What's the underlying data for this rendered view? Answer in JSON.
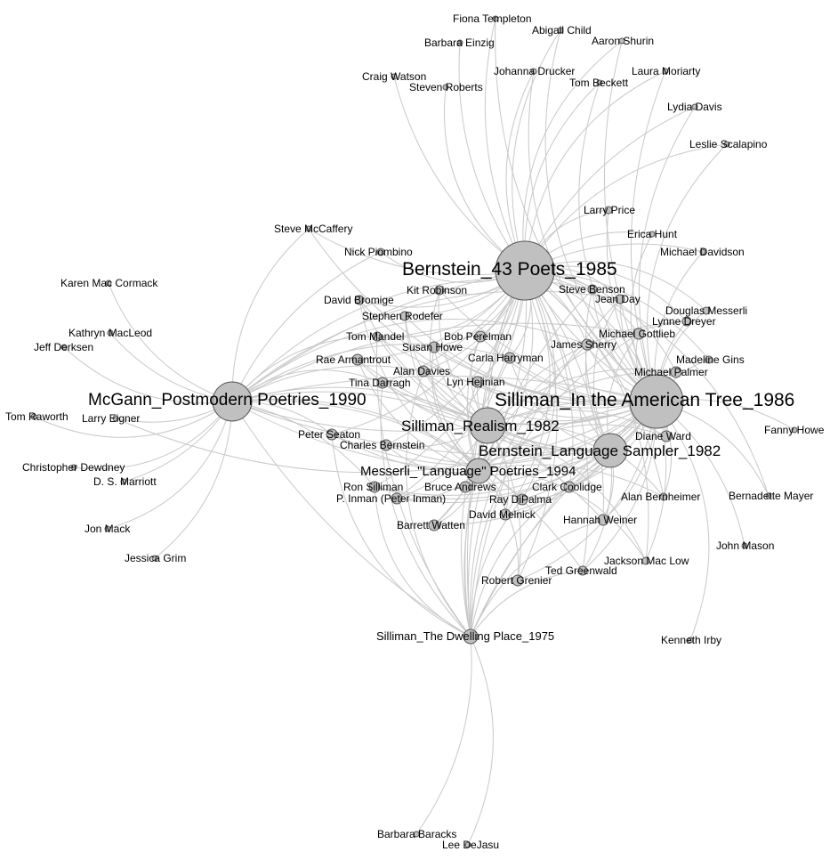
{
  "colors": {
    "node_fill": "#c0c0c0",
    "node_stroke": "#555555",
    "edge": "#c8c8c8",
    "label": "#000000",
    "background": "#ffffff"
  },
  "hubs": {
    "bernstein43": "Bernstein_43 Poets_1985",
    "silliman_tree": "Silliman_In the American Tree_1986",
    "mcgann": "McGann_Postmodern Poetries_1990",
    "silliman_realism": "Silliman_Realism_1982",
    "bernstein_sampler": "Bernstein_Language Sampler_1982",
    "messerli": "Messerli_\"Language\" Poetries_1994",
    "dwelling": "Silliman_The Dwelling Place_1975"
  },
  "poets": {
    "fiona_templeton": "Fiona Templeton",
    "abigail_child": "Abigail Child",
    "aaron_shurin": "Aaron Shurin",
    "barbara_einzig": "Barbara Einzig",
    "johanna_drucker": "Johanna Drucker",
    "laura_moriarty": "Laura Moriarty",
    "craig_watson": "Craig Watson",
    "tom_beckett": "Tom Beckett",
    "steven_roberts": "Steven Roberts",
    "lydia_davis": "Lydia Davis",
    "leslie_scalapino": "Leslie Scalapino",
    "larry_price": "Larry Price",
    "steve_mccaffery": "Steve McCaffery",
    "erica_hunt": "Erica Hunt",
    "nick_piombino": "Nick Piombino",
    "michael_davidson": "Michael Davidson",
    "karen_mac_cormack": "Karen Mac Cormack",
    "kit_robinson": "Kit Robinson",
    "steve_benson": "Steve Benson",
    "david_bromige": "David Bromige",
    "jean_day": "Jean Day",
    "stephen_rodefer": "Stephen Rodefer",
    "douglas_messerli": "Douglas Messerli",
    "lynne_dreyer": "Lynne Dreyer",
    "kathryn_macleod": "Kathryn MacLeod",
    "jeff_derksen": "Jeff Derksen",
    "tom_mandel": "Tom Mandel",
    "bob_perelman": "Bob Perelman",
    "michael_gottlieb": "Michael Gottlieb",
    "susan_howe": "Susan Howe",
    "james_sherry": "James Sherry",
    "rae_armantrout": "Rae Armantrout",
    "carla_harryman": "Carla Harryman",
    "madeline_gins": "Madeline Gins",
    "alan_davies": "Alan Davies",
    "michael_palmer": "Michael Palmer",
    "tina_darragh": "Tina Darragh",
    "lyn_hejinian": "Lyn Hejinian",
    "tom_raworth": "Tom Raworth",
    "larry_eigner": "Larry Eigner",
    "peter_seaton": "Peter Seaton",
    "diane_ward": "Diane Ward",
    "fanny_howe": "Fanny Howe",
    "charles_bernstein": "Charles Bernstein",
    "christopher_dewdney": "Christopher Dewdney",
    "d_s_marriott": "D. S. Marriott",
    "ron_silliman": "Ron Silliman",
    "bruce_andrews": "Bruce Andrews",
    "clark_coolidge": "Clark Coolidge",
    "p_inman": "P. Inman (Peter Inman)",
    "ray_dipalma": "Ray DiPalma",
    "alan_bernheimer": "Alan Bernheimer",
    "bernadette_mayer": "Bernadette Mayer",
    "david_melnick": "David Melnick",
    "hannah_weiner": "Hannah Weiner",
    "barrett_watten": "Barrett Watten",
    "jon_mack": "Jon Mack",
    "john_mason": "John Mason",
    "jessica_grim": "Jessica Grim",
    "jackson_mac_low": "Jackson Mac Low",
    "ted_greenwald": "Ted Greenwald",
    "robert_grenier": "Robert Grenier",
    "kenneth_irby": "Kenneth Irby",
    "barbara_baracks": "Barbara Baracks",
    "lee_dejasu": "Lee DeJasu"
  }
}
